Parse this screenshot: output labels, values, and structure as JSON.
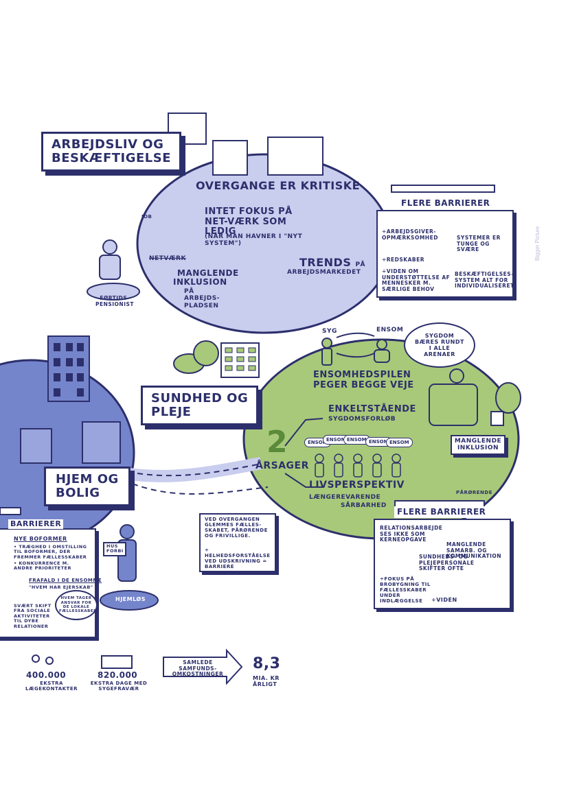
{
  "colors": {
    "ink": "#2c2f6b",
    "lavender": "#c9cdee",
    "blue": "#7585cc",
    "green": "#a8c97a"
  },
  "sections": {
    "arbejdsliv": {
      "title_line1": "ARBEJDSLIV OG",
      "title_line2": "BESKÆFTIGELSE",
      "headline": "OVERGANGE ER KRITISKE",
      "fokus": "INTET FOKUS PÅ NET-VÆRK SOM LEDIG",
      "fokus_note": "(NÅR MAN HAVNER I \"NYT SYSTEM\")",
      "inklusion_line1": "MANGLENDE",
      "inklusion_line2": "INKLUSION",
      "inklusion_line3": "PÅ ARBEJDS-PLADSEN",
      "trends_big": "TRENDS",
      "trends_small": "PÅ",
      "trends_rest": "ARBEJDSMARKEDET",
      "netvaerk": "NETVÆRK",
      "job_sign": "JOB"
    },
    "barrierer_top": {
      "title": "FLERE BARRIERER",
      "items": [
        "÷ARBEJDSGIVER-OPMÆRKSOMHED",
        "÷REDSKABER",
        "÷VIDEN OM UNDERSTØTTELSE AF MENNESKER M. SÆRLIGE BEHOV",
        "SYSTEMER ER TUNGE OG SVÆRE",
        "BESKÆFTIGELSES-SYSTEM ALT FOR INDIVIDUALISERET"
      ]
    },
    "sundhed": {
      "title_line1": "SUNDHED OG",
      "title_line2": "PLEJE",
      "syg": "SYG",
      "ensom": "ENSOM",
      "bubble": "SYGDOM BÆRES RUNDT I ALLE ARENAER",
      "ensomhedspilen_line1": "ENSOMHEDSPILEN",
      "ensomhedspilen_line2": "PEGER BEGGE VEJE",
      "aarsager_number": "2",
      "aarsager_label": "ÅRSAGER",
      "enkelt_line1": "ENKELTSTÅENDE",
      "enkelt_line2": "SYGDOMSFORLØB",
      "livsperspektiv": "LIVSPERSPEKTIV",
      "laengere_line1": "LÆNGEREVARENDE",
      "laengere_line2": "SÅRBARHED",
      "ensom_bubbles": [
        "ENSOM",
        "ENSOM",
        "ENSOM",
        "ENSOM",
        "ENSOM"
      ],
      "manglende_inklusion": "MANGLENDE INKLUSION",
      "paaroerende": "PÅRØRENDE"
    },
    "barrierer_green": {
      "title": "FLERE BARRIERER",
      "items": [
        "RELATIONSARBEJDE SES IKKE SOM KERNEOPGAVE",
        "MANGLENDE SAMARB. OG KOMMUNIKATION",
        "SUNDHEDS- OG PLEJEPERSONALE SKIFTER OFTE",
        "÷FOKUS PÅ BROBYGNING TIL FÆLLESSKABER UNDER INDLÆGGELSE",
        "÷VIDEN"
      ]
    },
    "hjem": {
      "title_line1": "HJEM OG",
      "title_line2": "BOLIG"
    },
    "barrierer_left": {
      "title": "BARRIERER",
      "heading": "NYE BOFORMER",
      "items": [
        "• TRÆGHED I OMSTILLING TIL BOFORMER, DER FREMMER FÆLLESSKABER",
        "• KONKURRENCE M. ANDRE PRIORITETER",
        "FRAFALD I DE ENSOMME",
        "\"HVEM HAR EJERSKAB\"",
        "SVÆRT SKIFT FRA SOCIALE AKTIVITETER TIL DYBE RELATIONER",
        "HVEM TAGER ANSVAR FOR DE LOKALE FÆLLESSKABER?"
      ]
    },
    "overgang_note": {
      "lines": [
        "VED OVERGANGEN GLEMMES FÆLLES-SKABET, PÅRØRENDE OG FRIVILLIGE.",
        "÷ HELHEDSFORSTÅELSE VED UDSKRIVNING = BARRIERE"
      ]
    },
    "statues": {
      "foertids": "FØRTIDS-PENSIONIST",
      "hjemloes": "HJEMLØS",
      "sign": "HUS FORBI"
    }
  },
  "stats": [
    {
      "value": "400.000",
      "label": "EKSTRA LÆGEKONTAKTER"
    },
    {
      "value": "820.000",
      "label": "EKSTRA DAGE MED SYGEFRAVÆR"
    }
  ],
  "total": {
    "arrow_label": "SAMLEDE SAMFUNDS-OMKOSTNINGER",
    "value": "8,3",
    "unit": "MIA. KR ÅRLIGT"
  },
  "watermark": "Bigger Picture"
}
